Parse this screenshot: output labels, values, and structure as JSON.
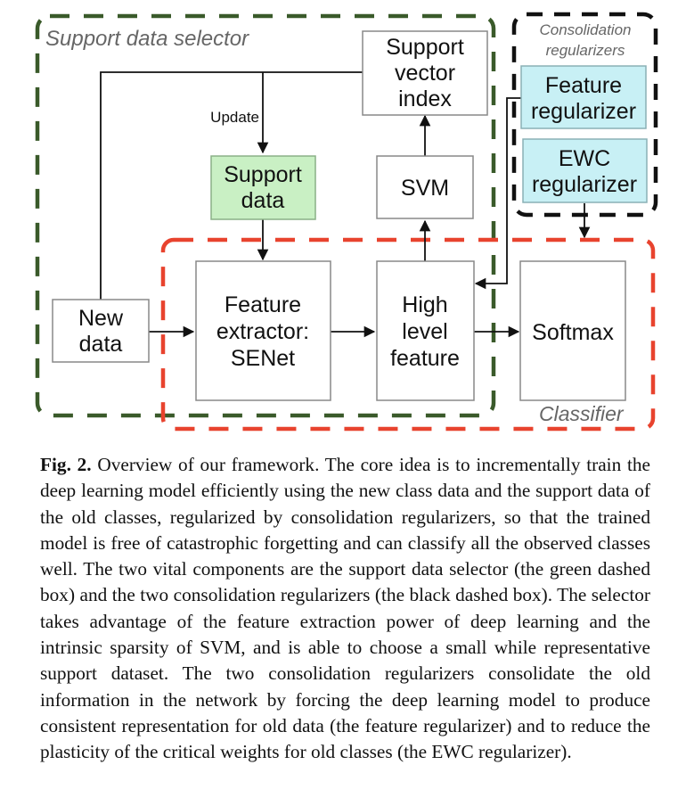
{
  "figure": {
    "groups": {
      "support_data_selector": {
        "label": "Support data selector",
        "color": "#3a5a2a"
      },
      "consolidation_regularizers": {
        "label_line1": "Consolidation",
        "label_line2": "regularizers",
        "color": "#111111"
      },
      "classifier": {
        "label": "Classifier",
        "color": "#e8432e"
      }
    },
    "boxes": {
      "support_vector_index": {
        "lines": [
          "Support",
          "vector",
          "index"
        ],
        "fill": "#ffffff"
      },
      "support_data": {
        "lines": [
          "Support",
          "data"
        ],
        "fill": "#c9f0c4"
      },
      "svm": {
        "lines": [
          "SVM"
        ],
        "fill": "#ffffff"
      },
      "new_data": {
        "lines": [
          "New",
          "data"
        ],
        "fill": "#ffffff"
      },
      "feature_extractor": {
        "lines": [
          "Feature",
          "extractor:",
          "SENet"
        ],
        "fill": "#ffffff"
      },
      "high_level_feature": {
        "lines": [
          "High",
          "level",
          "feature"
        ],
        "fill": "#ffffff"
      },
      "softmax": {
        "lines": [
          "Softmax"
        ],
        "fill": "#ffffff"
      },
      "feature_regularizer": {
        "lines": [
          "Feature",
          "regularizer"
        ],
        "fill": "#c8f0f5"
      },
      "ewc_regularizer": {
        "lines": [
          "EWC",
          "regularizer"
        ],
        "fill": "#c8f0f5"
      }
    },
    "edge_labels": {
      "update": "Update"
    }
  },
  "caption": {
    "fig_num": "Fig. 2.",
    "text": " Overview of our framework. The core idea is to incrementally train the deep learning model efficiently using the new class data and the support data of the old classes, regularized by consolidation regularizers, so that the trained model is free of catastrophic forgetting and can classify all the observed classes well. The two vital components are the support data selector (the green dashed box) and the two consolidation regularizers (the black dashed box). The selector takes advantage of the feature extraction power of deep learning and the intrinsic sparsity of SVM, and is able to choose a small while representative support dataset. The two consolidation regularizers consolidate the old information in the network by forcing the deep learning model to produce consistent representation for old data (the feature regularizer) and to reduce the plasticity of the critical weights for old classes (the EWC regularizer)."
  }
}
